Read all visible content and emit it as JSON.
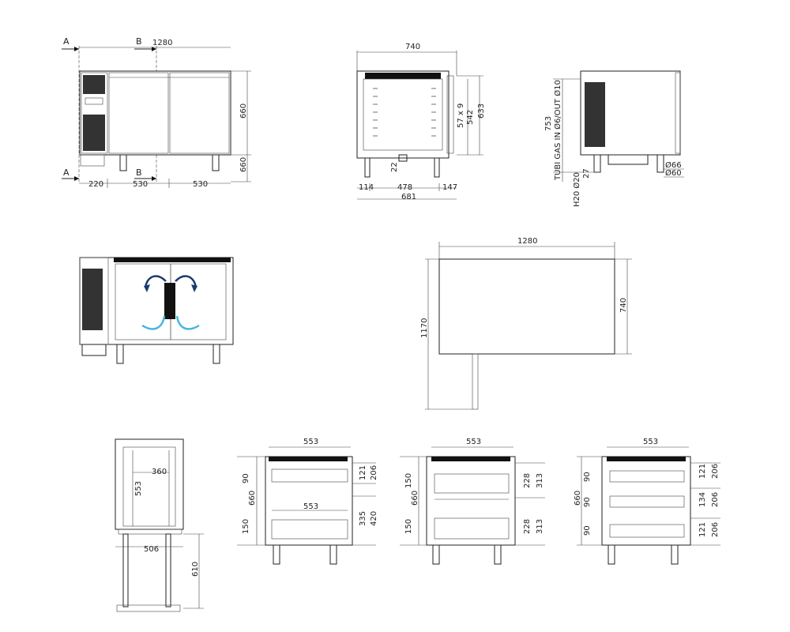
{
  "front_view": {
    "section_a": "A",
    "section_b": "B",
    "width_total": "1280",
    "height_total": "660",
    "height_body": "660",
    "dim_left": "220",
    "dim_mid": "530",
    "dim_right": "530"
  },
  "section_view": {
    "width_top": "740",
    "dim_542": "542",
    "dim_633": "633",
    "dim_57x9": "57 x 9",
    "dim_22": "22",
    "dim_114": "114",
    "dim_478": "478",
    "dim_147": "147",
    "dim_681": "681"
  },
  "side_view": {
    "height": "753",
    "gas_text": "TUBI GAS IN Ø6/OUT Ø10",
    "h20_text": "H20 Ø20",
    "dim_27": "27",
    "dia_66": "Ø66",
    "dia_60": "Ø60"
  },
  "top_view": {
    "width": "1280",
    "depth": "740",
    "total": "1170"
  },
  "rack_view": {
    "dim_360": "360",
    "dim_553": "553",
    "dim_506": "506",
    "dim_610": "610"
  },
  "drawer_view_1": {
    "width": "553",
    "total": "660",
    "d90": "90",
    "d150": "150",
    "mid": "553",
    "d121": "121",
    "d206": "206",
    "d335": "335",
    "d420": "420"
  },
  "drawer_view_2": {
    "width": "553",
    "total": "660",
    "d150a": "150",
    "d150b": "150",
    "d228a": "228",
    "d313a": "313",
    "d228b": "228",
    "d313b": "313"
  },
  "drawer_view_3": {
    "width": "553",
    "total": "660",
    "d90a": "90",
    "d90b": "90",
    "d90c": "90",
    "d121a": "121",
    "d206a": "206",
    "d134": "134",
    "d206b": "206",
    "d121b": "121",
    "d206c": "206"
  }
}
